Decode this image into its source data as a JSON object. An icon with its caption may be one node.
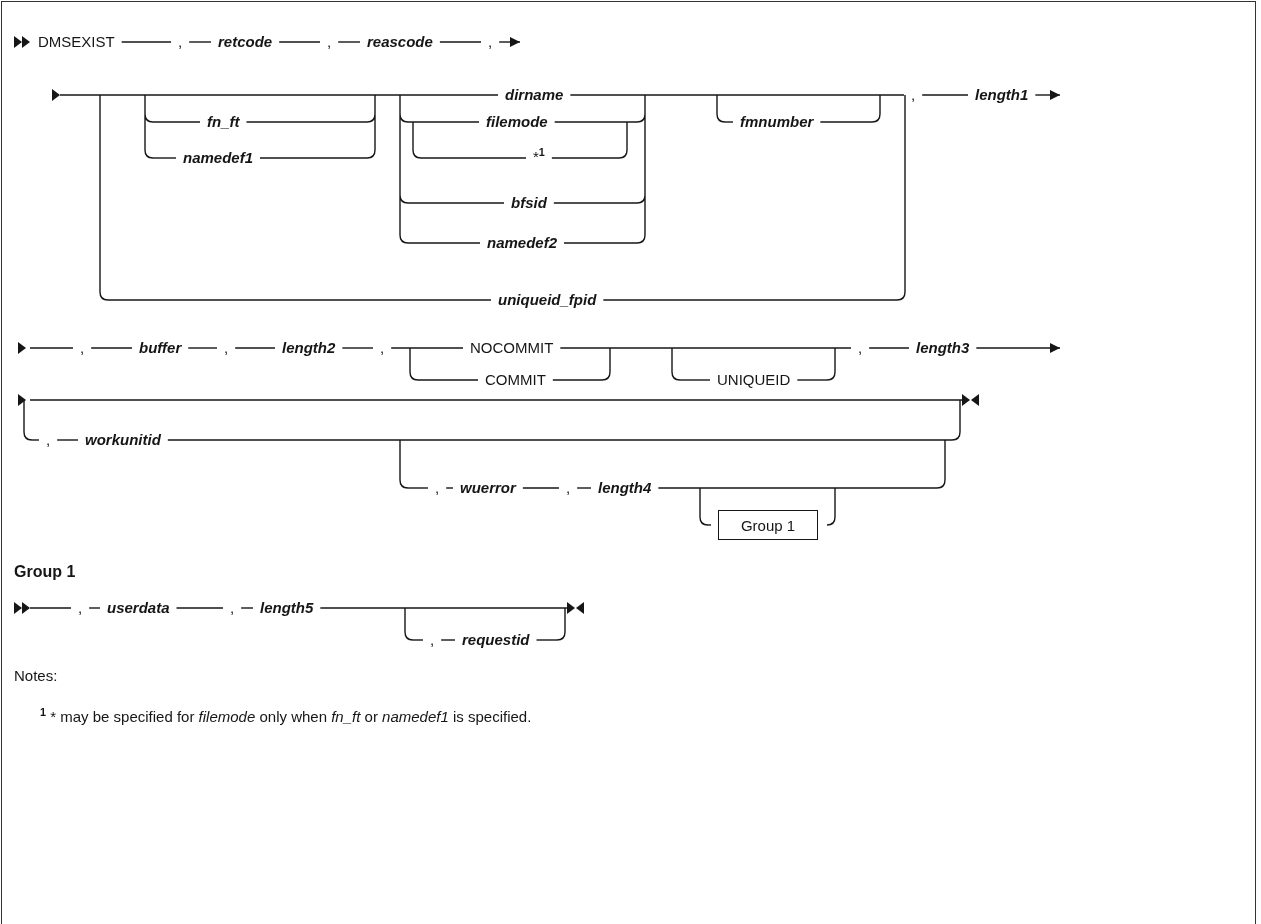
{
  "diagram": {
    "nodes": [
      {
        "text": [
          "Group 1"
        ]
      }
    ],
    "labels": [
      "DMSEXIST",
      ",",
      "retcode",
      ",",
      "reascode",
      ",",
      "dirname",
      ",",
      "length1",
      "fn_ft",
      "filemode",
      "fmnumber",
      "namedef1",
      "*$^{1}$",
      "bfsid",
      "namedef2",
      "uniqueid_fpid",
      ",",
      "buffer",
      ",",
      "length2",
      ",",
      "NOCOMMIT",
      ",",
      "length3",
      "COMMIT",
      "UNIQUEID",
      ",",
      "workunitid",
      ",",
      "wuerror",
      ",",
      "length4",
      "Group 1",
      ",",
      "userdata",
      ",",
      "length5",
      ",",
      "requestid",
      "Notes:",
      "$^{1}$ * may be specified for *filemode* only when *fn_ft* or *namedef1* is specified."
    ]
  }
}
